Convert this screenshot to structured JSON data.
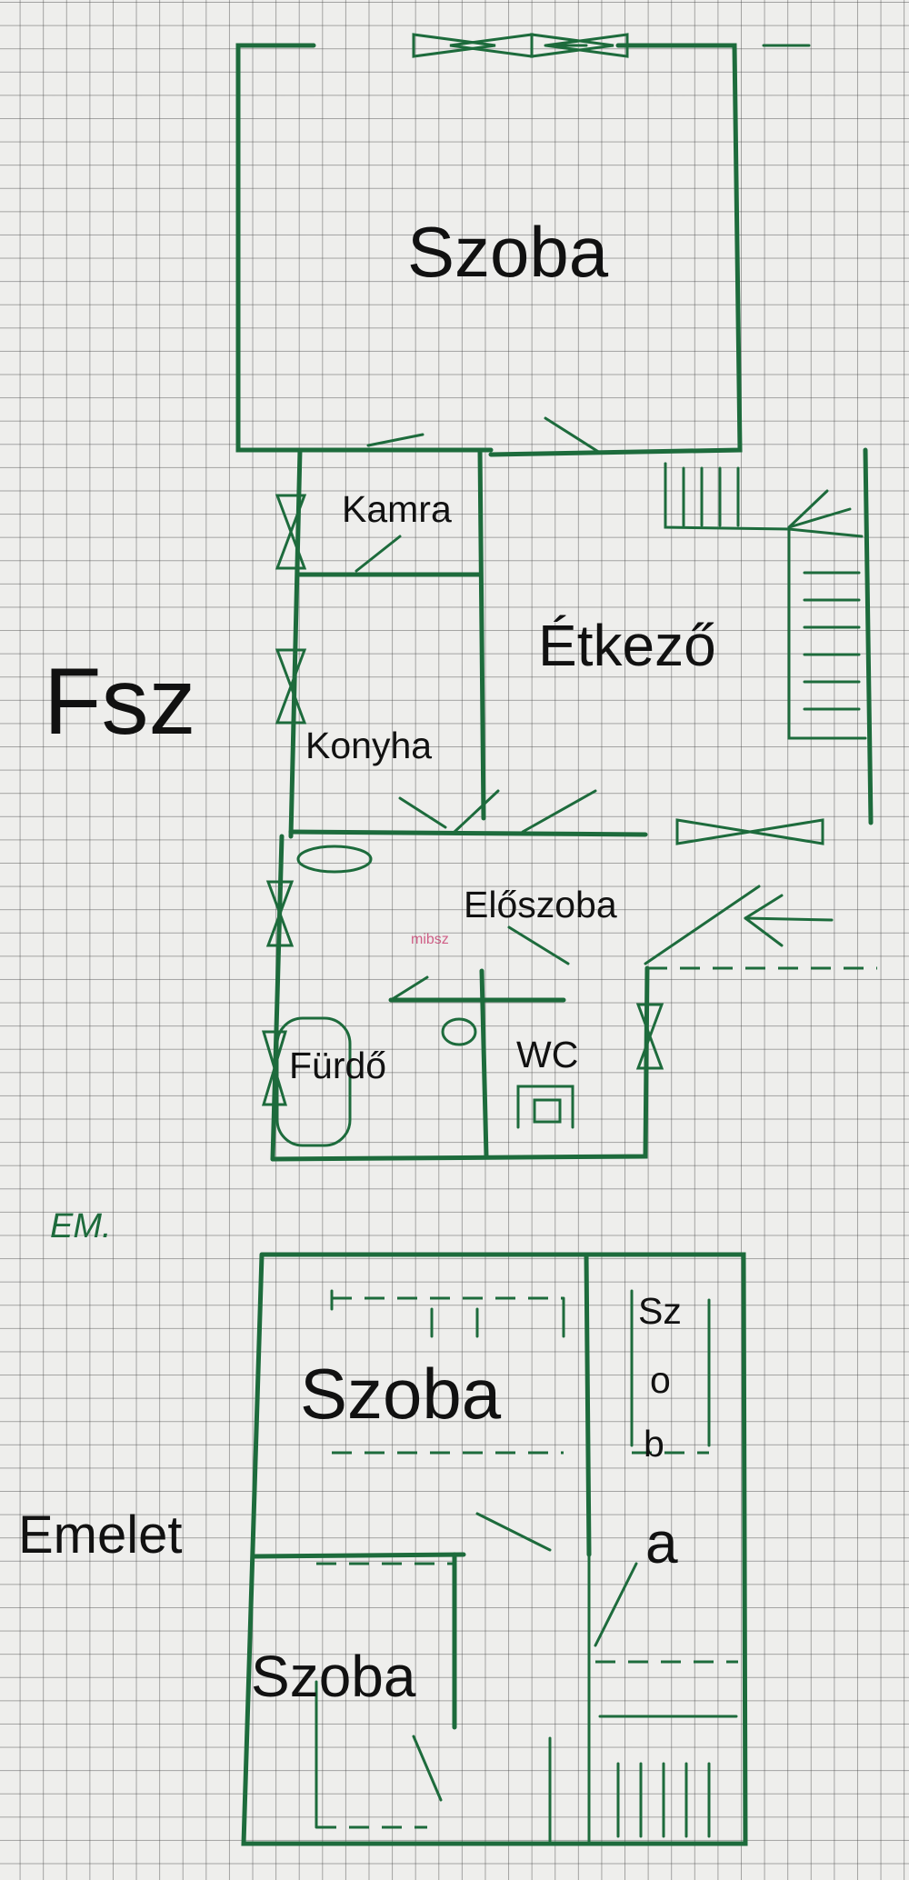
{
  "floor_labels": {
    "ground": "Fsz",
    "upper": "Emelet",
    "upper_note": "EM."
  },
  "ground_floor_rooms": {
    "living_room": "Szoba",
    "pantry": "Kamra",
    "dining": "Étkező",
    "kitchen": "Konyha",
    "hall": "Előszoba",
    "bathroom": "Fürdő",
    "toilet": "WC"
  },
  "upper_floor_rooms": {
    "room_large": "Szoba",
    "room_small": "Szoba",
    "room_vertical": [
      "Sz",
      "o",
      "b",
      "a"
    ]
  },
  "watermark": "mibsz",
  "colors": {
    "ink": "#1d6b3c",
    "text": "#111111",
    "paper": "#eeeeec"
  }
}
